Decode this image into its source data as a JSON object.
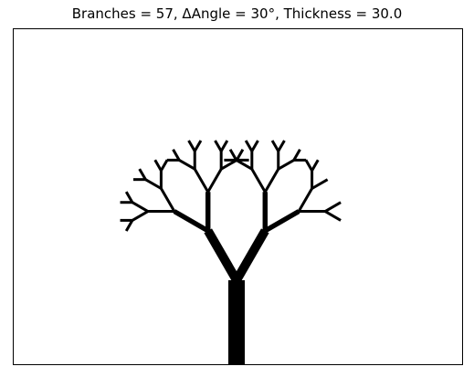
{
  "figure": {
    "title": "Branches = 57, ΔAngle = 30°, Thickness = 30.0"
  },
  "tree": {
    "branches": 57,
    "delta_angle_deg": 30,
    "thickness": 30.0,
    "color": "#000000",
    "frame_color": "#000000",
    "background": "#ffffff"
  }
}
